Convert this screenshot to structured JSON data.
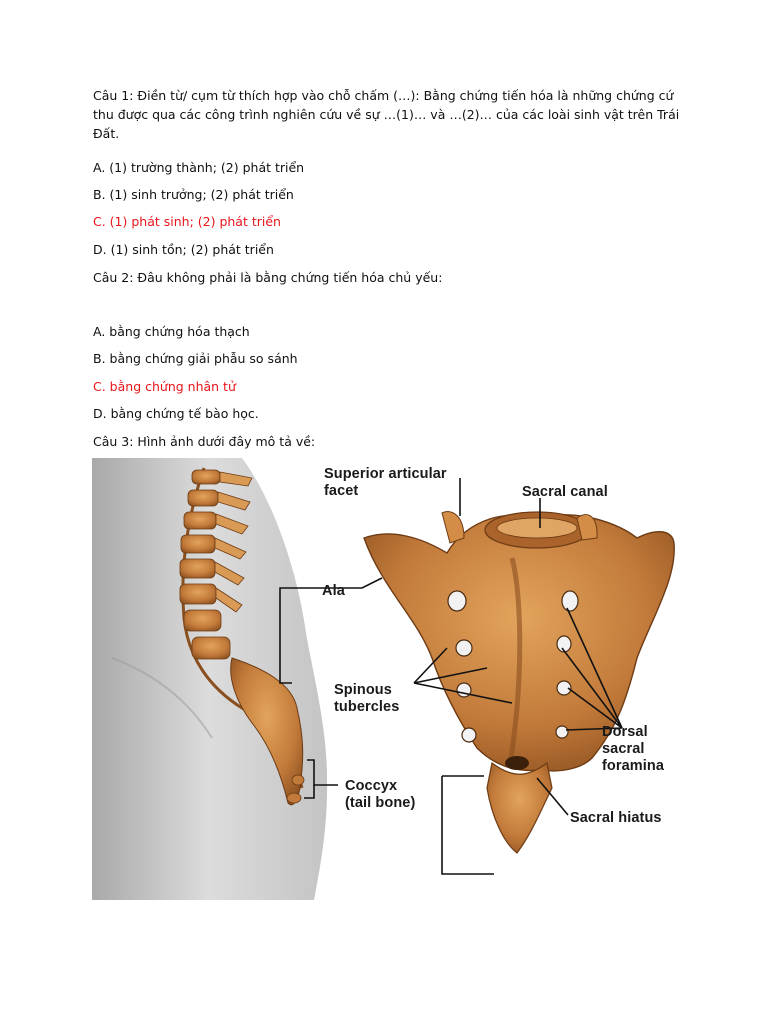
{
  "question1": {
    "text": "Câu 1: Điền từ/ cụm từ thích hợp vào chỗ chấm (…): Bằng chứng tiến hóa là những chứng cứ thu được qua các công trình nghiên cứu về sự …(1)… và …(2)… của các loài sinh vật trên Trái Đất.",
    "options": [
      {
        "label": "A. (1) trường thành; (2) phát triển"
      },
      {
        "label": "B. (1) sinh trưởng; (2) phát triển"
      },
      {
        "label": "C. (1) phát sinh; (2) phát triển"
      },
      {
        "label": "D. (1) sinh tồn; (2) phát triển"
      }
    ]
  },
  "question2": {
    "text": "Câu 2: Đâu không phải là bằng chứng tiến hóa chủ yếu:",
    "options": [
      {
        "label": "A. bằng chứng hóa thạch"
      },
      {
        "label": "B. bằng chứng giải phẫu so sánh"
      },
      {
        "label": "C. bằng chứng nhân tử"
      },
      {
        "label": "D. bằng chứng tế bào học."
      }
    ]
  },
  "question3": {
    "text": "Câu 3: Hình ảnh dưới đây mô tả về:"
  },
  "figure": {
    "labels": {
      "superior_articular_facet": "Superior articular\nfacet",
      "sacral_canal": "Sacral canal",
      "ala": "Ala",
      "spinous_tubercles": "Spinous\ntubercles",
      "dorsal_sacral_foramina": "Dorsal\nsacral\nforamina",
      "coccyx": "Coccyx\n(tail bone)",
      "sacral_hiatus": "Sacral hiatus"
    },
    "colors": {
      "answer_highlight": "#e8151b",
      "bone": "#c27a3a",
      "body_silhouette": "#cfcfcf"
    }
  }
}
